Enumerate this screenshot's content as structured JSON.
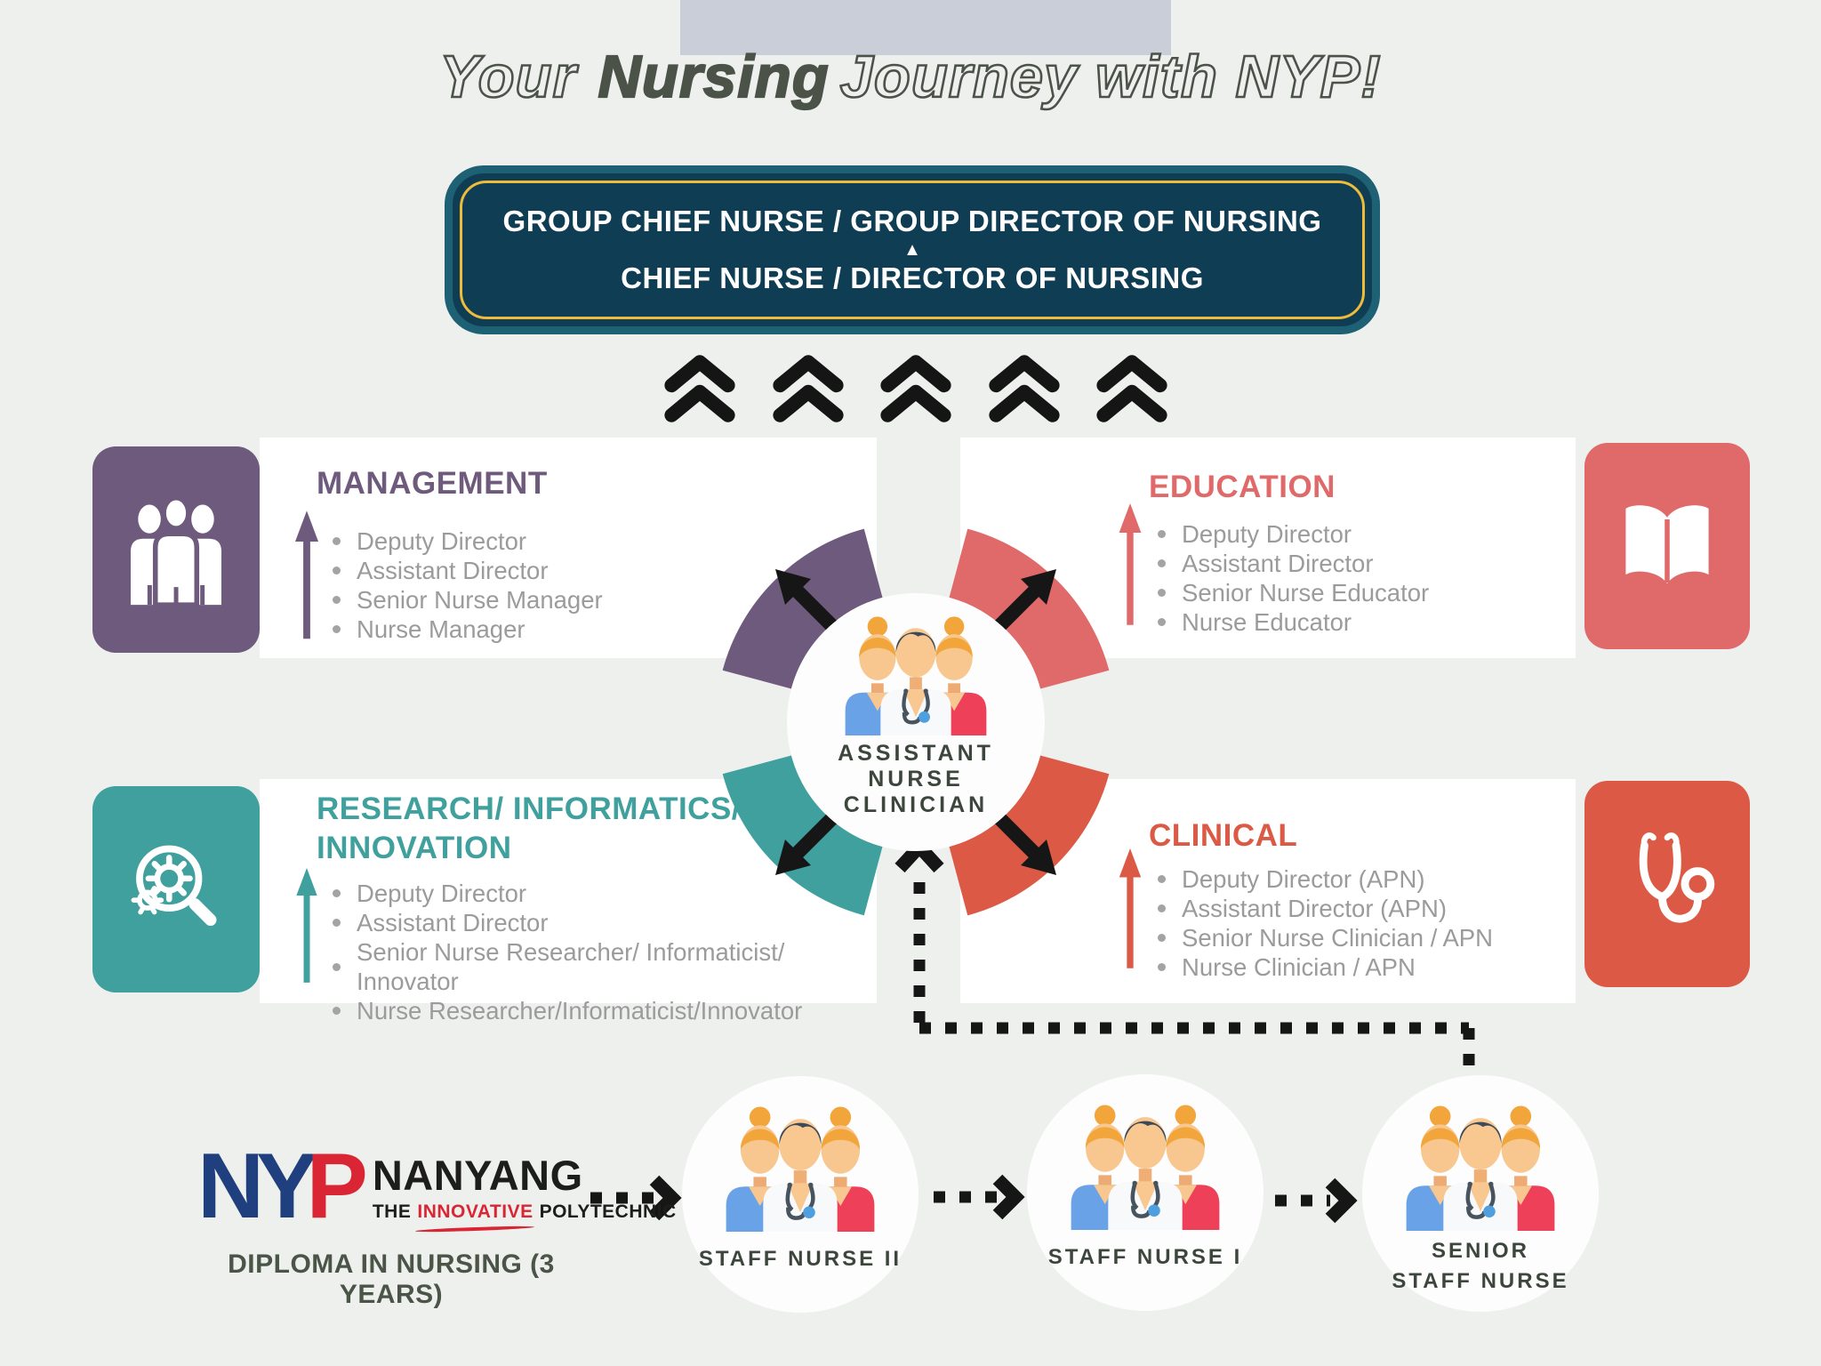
{
  "title": {
    "outline_start": "Your",
    "solid": "Nursing",
    "outline_end": "Journey with NYP!"
  },
  "banner": {
    "line1": "GROUP CHIEF NURSE / GROUP DIRECTOR OF NURSING",
    "up_triangle": "▲",
    "line2": "CHIEF NURSE / DIRECTOR OF NURSING"
  },
  "promotion_chevrons": {
    "count": 5,
    "icon": "double-chevron-up-icon"
  },
  "quadrants": {
    "management": {
      "title": "MANAGEMENT",
      "icon": "people-group-icon",
      "color": "#6e5a7d",
      "items": [
        "Deputy Director",
        "Assistant Director",
        "Senior Nurse Manager",
        "Nurse Manager"
      ]
    },
    "education": {
      "title": "EDUCATION",
      "icon": "open-book-icon",
      "color": "#e06a6a",
      "items": [
        "Deputy Director",
        "Assistant Director",
        "Senior Nurse Educator",
        "Nurse Educator"
      ]
    },
    "research": {
      "title_line1": "RESEARCH/ INFORMATICS/",
      "title_line2": "INNOVATION",
      "icon": "magnifier-gears-icon",
      "color": "#3fa09e",
      "items": [
        "Deputy Director",
        "Assistant Director",
        "Senior Nurse Researcher/ Informaticist/ Innovator",
        "Nurse Researcher/Informaticist/Innovator"
      ]
    },
    "clinical": {
      "title": "CLINICAL",
      "icon": "stethoscope-icon",
      "color": "#dc5a45",
      "items": [
        "Deputy Director (APN)",
        "Assistant Director (APN)",
        "Senior Nurse Clinician / APN",
        "Nurse Clinician / APN"
      ]
    }
  },
  "center": {
    "label": "ASSISTANT NURSE CLINICIAN",
    "illustration": "nurses-trio-illustration"
  },
  "pathway": {
    "stages": [
      {
        "label": "STAFF NURSE II"
      },
      {
        "label": "STAFF NURSE I"
      },
      {
        "label": "SENIOR STAFF NURSE"
      }
    ],
    "entry": {
      "logo": {
        "letter_n": "N",
        "letter_y": "Y",
        "letter_p": "P",
        "name": "NANYANG",
        "tagline_the": "THE",
        "tagline_innovative": "INNOVATIVE",
        "tagline_polytechnic": "POLYTECHNIC"
      },
      "diploma": "DIPLOMA IN NURSING (3 YEARS)"
    }
  },
  "colors": {
    "background": "#eef0ee",
    "top_notch": "#c9ced8",
    "banner_fill": "#0f3e54",
    "banner_border": "#1e6074",
    "banner_gold": "#ecbc3a",
    "title_ink": "#4b5349",
    "bullet_gray": "#9b9b9b",
    "label_ink": "#3c463c",
    "arrow_black": "#161616",
    "nyp_blue": "#203f7e",
    "nyp_red": "#da2634"
  }
}
